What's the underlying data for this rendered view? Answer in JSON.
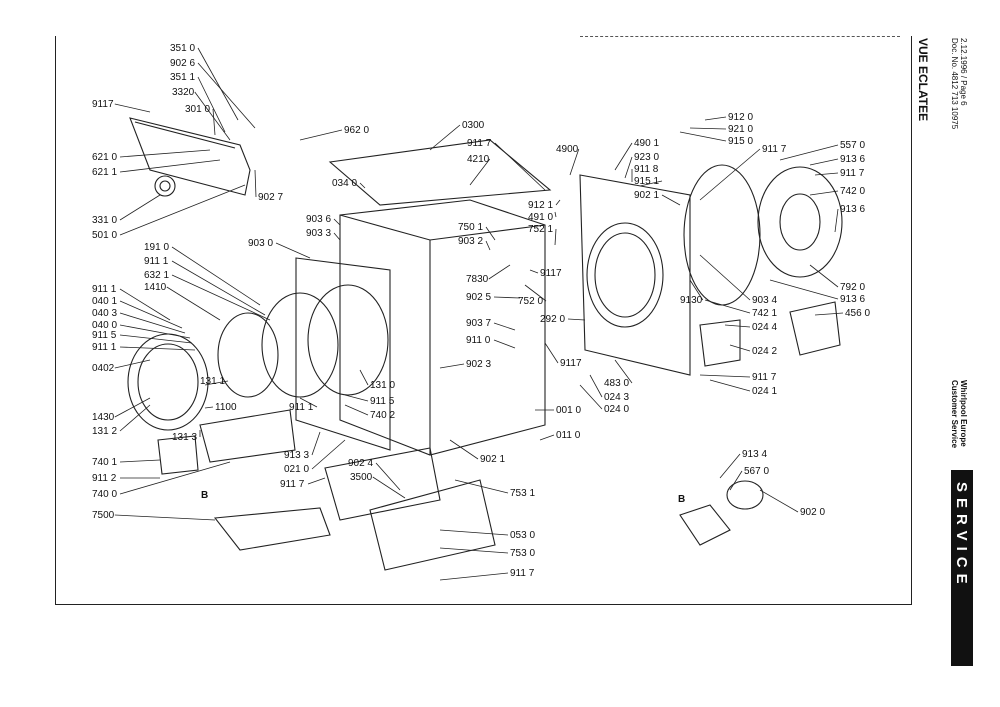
{
  "page": {
    "title": "VUE ECLATEE",
    "doc_line1": "2.12.1996 / Page 6",
    "doc_line2": "Doc. No. 4812 713 10975",
    "company_line1": "Whirlpool Europe",
    "company_line2": "Customer Service",
    "banner": "SERVICE"
  },
  "labels": [
    "351 0",
    "902 6",
    "351 1",
    "3320",
    "9117",
    "301 0",
    "621 0",
    "621 1",
    "902 7",
    "962 0",
    "331 0",
    "501 0",
    "0300",
    "911 7",
    "4210",
    "034 0",
    "4900",
    "490 1",
    "923 0",
    "911 8",
    "915 1",
    "902 1",
    "912 0",
    "921 0",
    "915 0",
    "911 7",
    "557 0",
    "913 6",
    "911 7",
    "742 0",
    "913 6",
    "912 1",
    "491 0",
    "903 6",
    "903 3",
    "903 0",
    "750 1",
    "903 2",
    "752 1",
    "191 0",
    "911 1",
    "632 1",
    "1410",
    "911 1",
    "040 1",
    "040 3",
    "040 0",
    "911 5",
    "911 1",
    "0402",
    "131 1",
    "1100",
    "1430",
    "131 2",
    "131 3",
    "911 1",
    "131 0",
    "911 5",
    "740 2",
    "7830",
    "9117",
    "902 5",
    "752 0",
    "9130",
    "903 4",
    "742 1",
    "792 0",
    "913 6",
    "456 0",
    "292 0",
    "024 4",
    "903 7",
    "911 0",
    "9117",
    "024 2",
    "902 3",
    "483 0",
    "024 3",
    "024 0",
    "911 7",
    "024 1",
    "001 0",
    "011 0",
    "902 1",
    "913 3",
    "021 0",
    "740 1",
    "911 2",
    "740 0",
    "911 7",
    "902 4",
    "3500",
    "753 1",
    "7500",
    "053 0",
    "753 0",
    "911 7",
    "913 4",
    "567 0",
    "902 0"
  ],
  "callout_markers": [
    "B",
    "B"
  ]
}
